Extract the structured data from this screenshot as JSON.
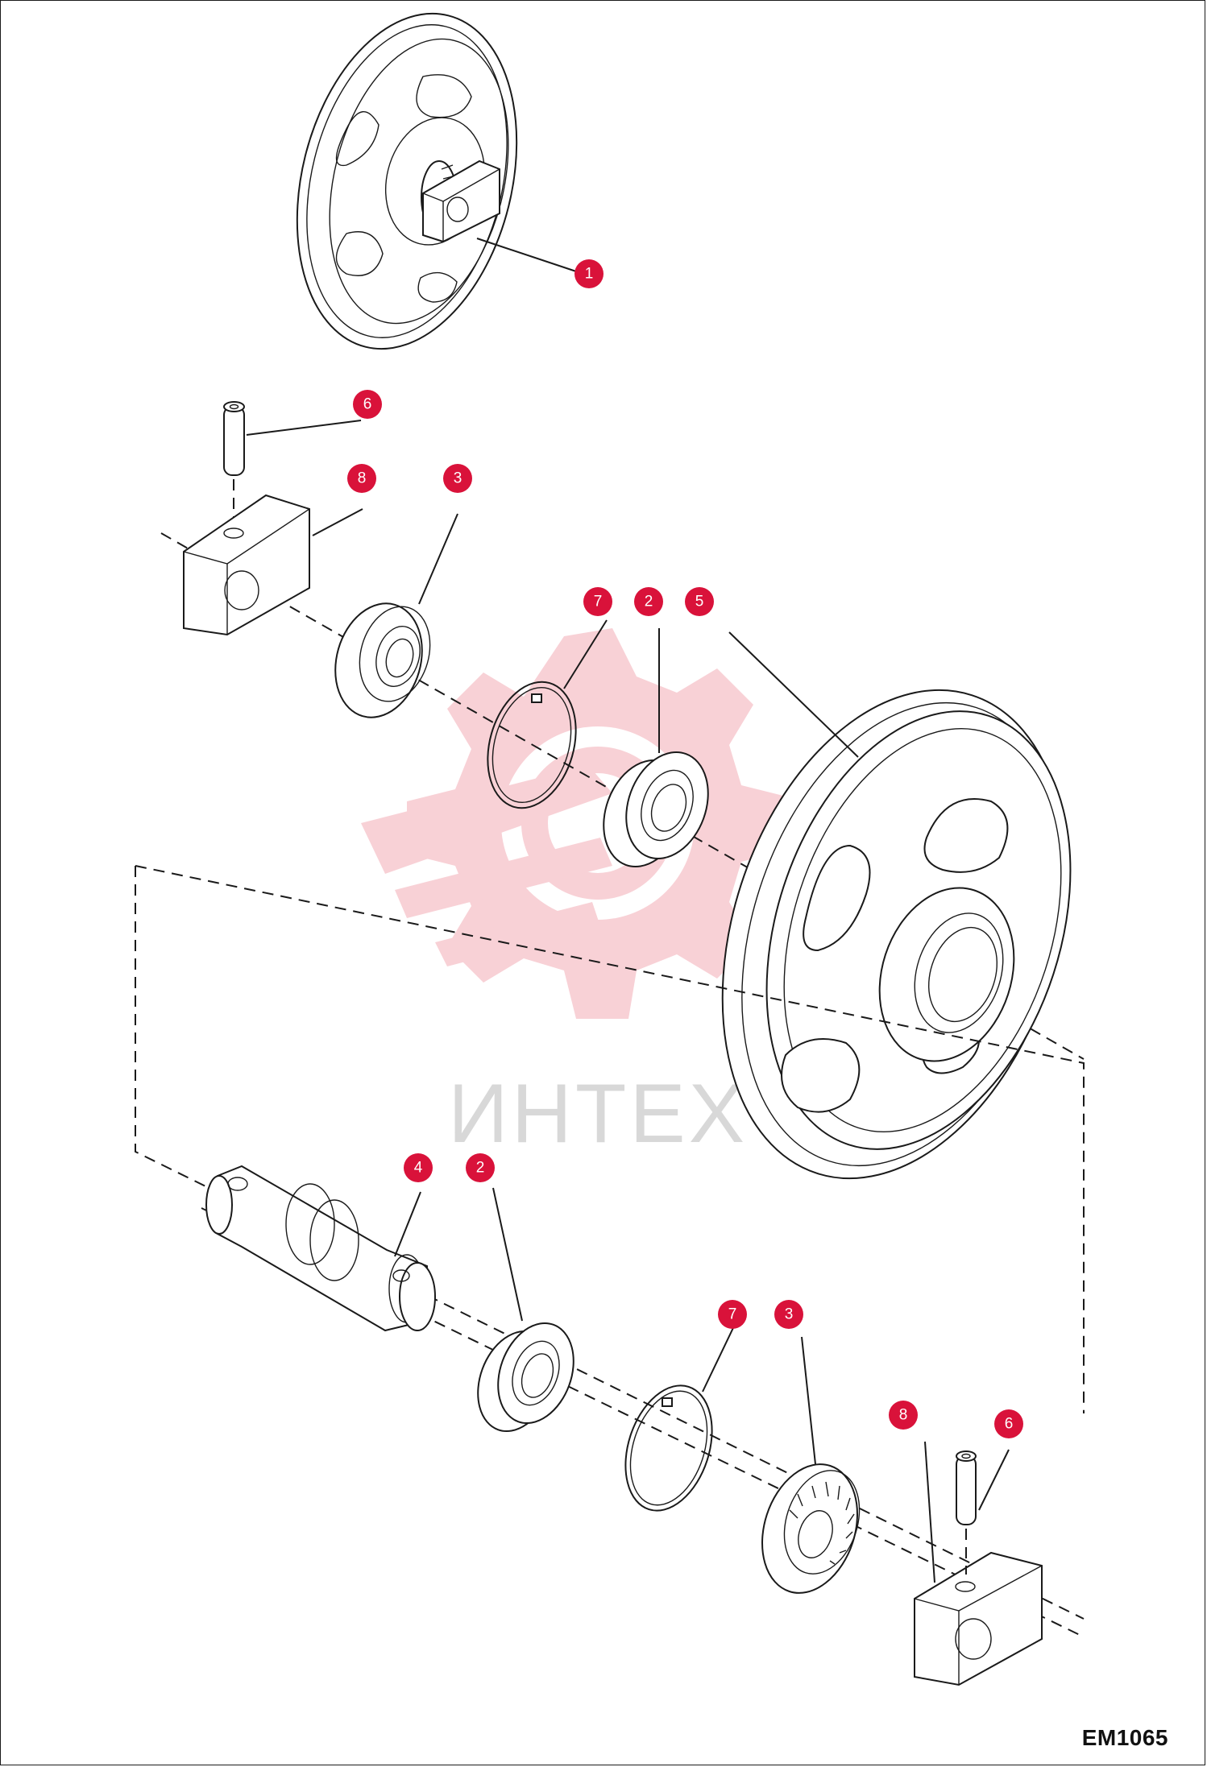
{
  "diagram": {
    "title": "",
    "code": "EM1065",
    "watermark": "ИНТЕХ",
    "callout_color": "#d9123a",
    "watermark_color": "#f7c9cf",
    "callouts": [
      {
        "id": "c1",
        "label": "1"
      },
      {
        "id": "c6a",
        "label": "6"
      },
      {
        "id": "c8a",
        "label": "8"
      },
      {
        "id": "c3a",
        "label": "3"
      },
      {
        "id": "c7a",
        "label": "7"
      },
      {
        "id": "c2a",
        "label": "2"
      },
      {
        "id": "c5",
        "label": "5"
      },
      {
        "id": "c4",
        "label": "4"
      },
      {
        "id": "c2b",
        "label": "2"
      },
      {
        "id": "c7b",
        "label": "7"
      },
      {
        "id": "c3b",
        "label": "3"
      },
      {
        "id": "c8b",
        "label": "8"
      },
      {
        "id": "c6b",
        "label": "6"
      }
    ]
  }
}
